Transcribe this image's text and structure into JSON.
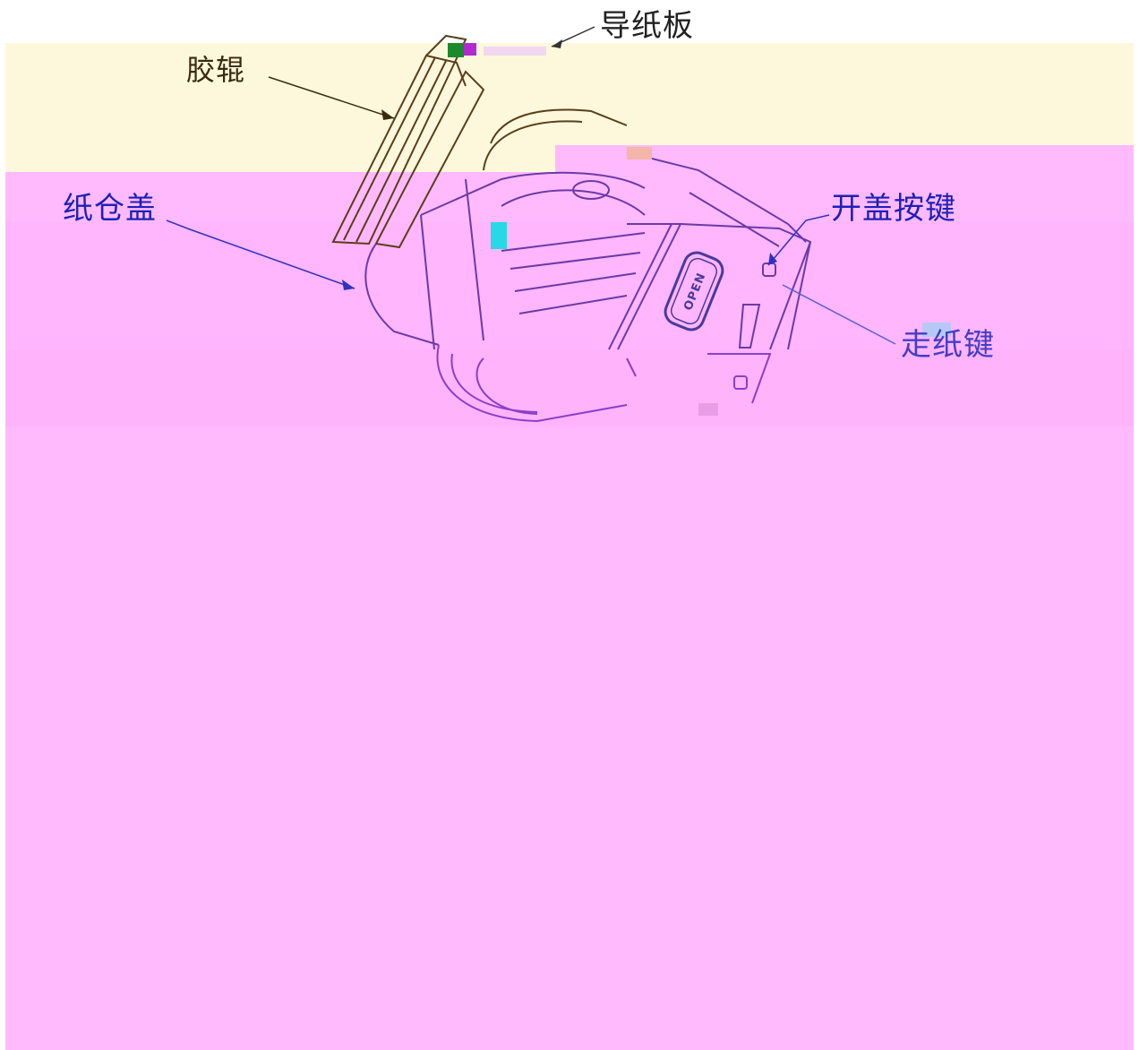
{
  "diagram": {
    "labels": {
      "paper_guide": "导纸板",
      "rubber_roller": "胶辊",
      "paper_cover": "纸仓盖",
      "open_key": "开盖按键",
      "feed_key": "走纸键"
    },
    "button_text": "OPEN"
  },
  "colors": {
    "cream": "#fdf8dc",
    "pink": "#ffbafd",
    "label_dark": "#222222",
    "label_blue": "#1f1fb8",
    "line_brown": "#5a3e1a",
    "line_purple": "#8a3fc8"
  }
}
